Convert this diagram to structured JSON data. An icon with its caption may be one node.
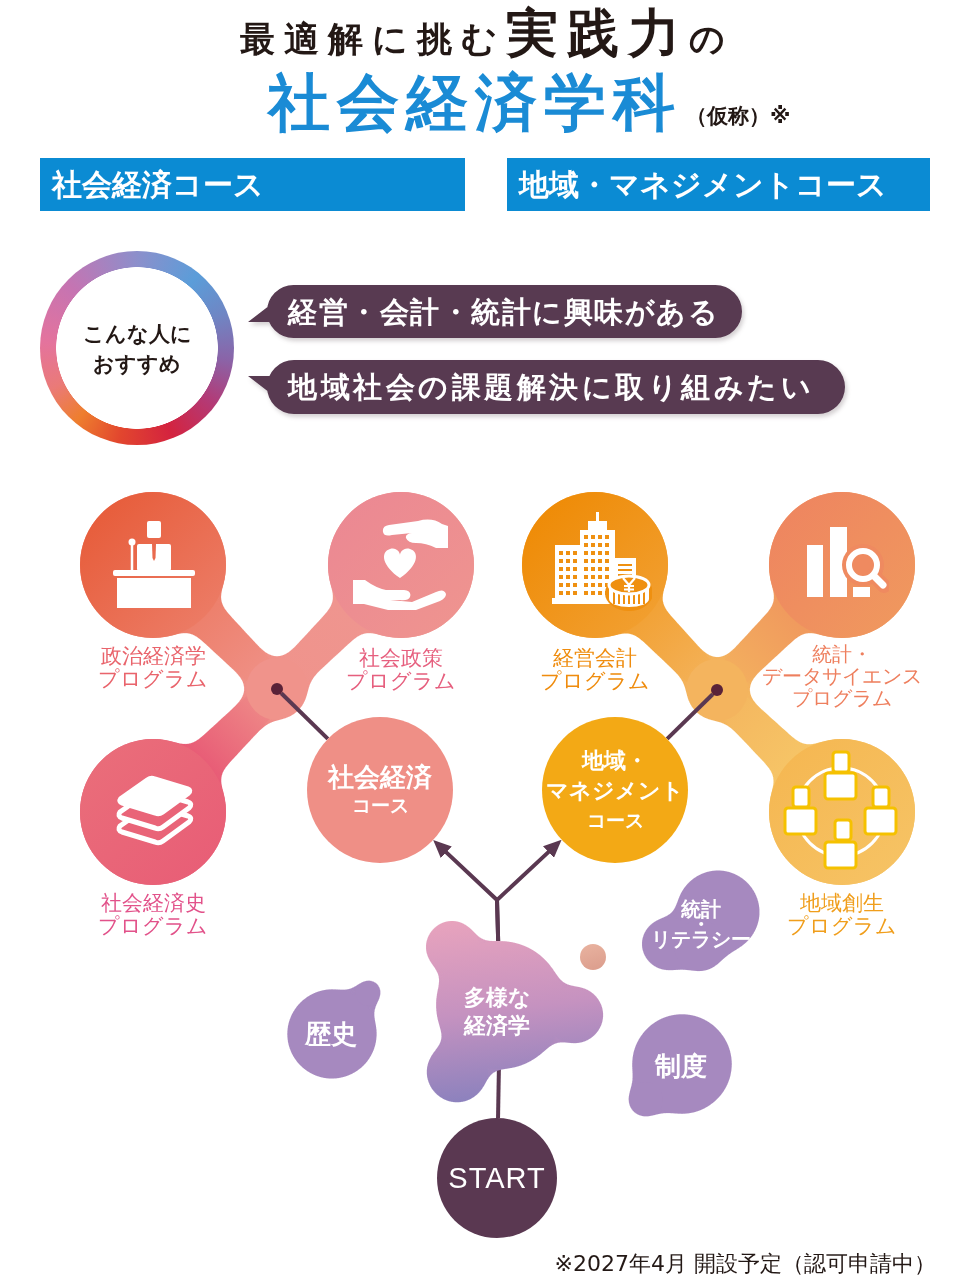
{
  "diagram": {
    "title": "社会経済学科",
    "nodes": [
      {
        "text": [
          "社会経済コース"
        ]
      },
      {
        "text": [
          "地域・マネジメントコース"
        ]
      },
      {
        "text": [
          "こんな人におすすめ"
        ]
      },
      {
        "text": [
          "経営・会計・統計に興味がある"
        ]
      },
      {
        "text": [
          "地域社会の課題解決に取り組みたい"
        ]
      },
      {
        "text": [
          "政治経済学プログラム"
        ]
      },
      {
        "text": [
          "社会政策プログラム"
        ]
      },
      {
        "text": [
          "経営会計プログラム"
        ]
      },
      {
        "text": [
          "統計・データサイエンスプログラム"
        ]
      },
      {
        "text": [],
        "shape": "circle"
      },
      {
        "text": [],
        "shape": "circle"
      },
      {
        "text": [
          "社会経済",
          "コース"
        ]
      },
      {
        "text": [
          "社会経済史プログラム"
        ]
      },
      {
        "text": [
          "地域・マネジメント",
          "コース"
        ]
      },
      {
        "text": [
          "地域創生プログラム"
        ]
      },
      {
        "text": [
          "統計・リテラシー"
        ]
      },
      {
        "text": [
          "多様な経済学"
        ]
      },
      {
        "text": [
          "歴史"
        ]
      },
      {
        "text": [
          "制度"
        ]
      },
      {
        "text": [
          "START"
        ]
      }
    ],
    "edges": [
      {
        "from": 11,
        "to": 9,
        "arrow": "none"
      },
      {
        "from": 13,
        "to": 10,
        "arrow": "none"
      },
      {
        "from": 16,
        "to": 11,
        "arrow": "to"
      },
      {
        "from": 16,
        "to": 13,
        "arrow": "to"
      },
      {
        "from": 19,
        "to": 16,
        "arrow": "none"
      }
    ],
    "labels": [
      "最適解に挑む**実践力**の",
      "（仮称）※",
      "※2027年4月 開設予定（認可申請中）"
    ]
  }
}
